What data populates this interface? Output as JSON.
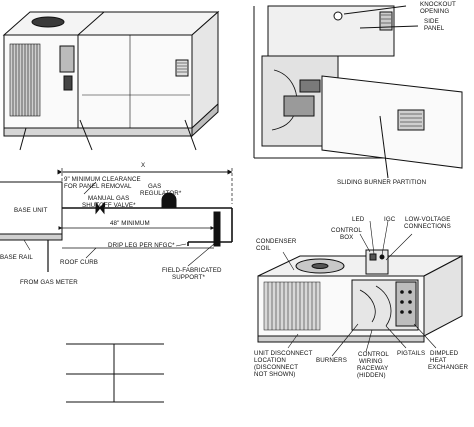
{
  "figure_top_right": {
    "labels": {
      "knockout_opening_1": "KNOCKOUT",
      "knockout_opening_2": "OPENING",
      "side_panel_1": "SIDE",
      "side_panel_2": "PANEL",
      "sliding_burner_partition": "SLIDING BURNER PARTITION"
    }
  },
  "figure_gas_piping": {
    "labels": {
      "dimension_x": "X",
      "clearance_1": "9\" MINIMUM CLEARANCE",
      "clearance_2": "FOR PANEL REMOVAL",
      "base_unit": "BASE UNIT",
      "manual_valve_1": "MANUAL GAS",
      "manual_valve_2": "SHUTOFF VALVE*",
      "gas_regulator_1": "GAS",
      "gas_regulator_2": "REGULATOR*",
      "minimum_48": "48\" MINIMUM",
      "drip_leg": "DRIP LEG PER NFGC*",
      "base_rail": "BASE RAIL",
      "roof_curb": "ROOF CURB",
      "from_gas_meter": "FROM GAS METER",
      "field_support_1": "FIELD-FABRICATED",
      "field_support_2": "SUPPORT*"
    }
  },
  "figure_components": {
    "labels": {
      "led": "LED",
      "igc": "IGC",
      "control_box_1": "CONTROL",
      "control_box_2": "BOX",
      "low_voltage_1": "LOW-VOLTAGE",
      "low_voltage_2": "CONNECTIONS",
      "condenser_coil_1": "CONDENSER",
      "condenser_coil_2": "COIL",
      "disconnect_1": "UNIT DISCONNECT",
      "disconnect_2": "LOCATION",
      "disconnect_3": "(DISCONNECT",
      "disconnect_4": "NOT SHOWN)",
      "burners": "BURNERS",
      "raceway_1": "CONTROL",
      "raceway_2": "WIRING",
      "raceway_3": "RACEWAY",
      "raceway_4": "(HIDDEN)",
      "pigtails": "PIGTAILS",
      "dimpled_1": "DIMPLED",
      "dimpled_2": "HEAT",
      "dimpled_3": "EXCHANGER"
    }
  }
}
